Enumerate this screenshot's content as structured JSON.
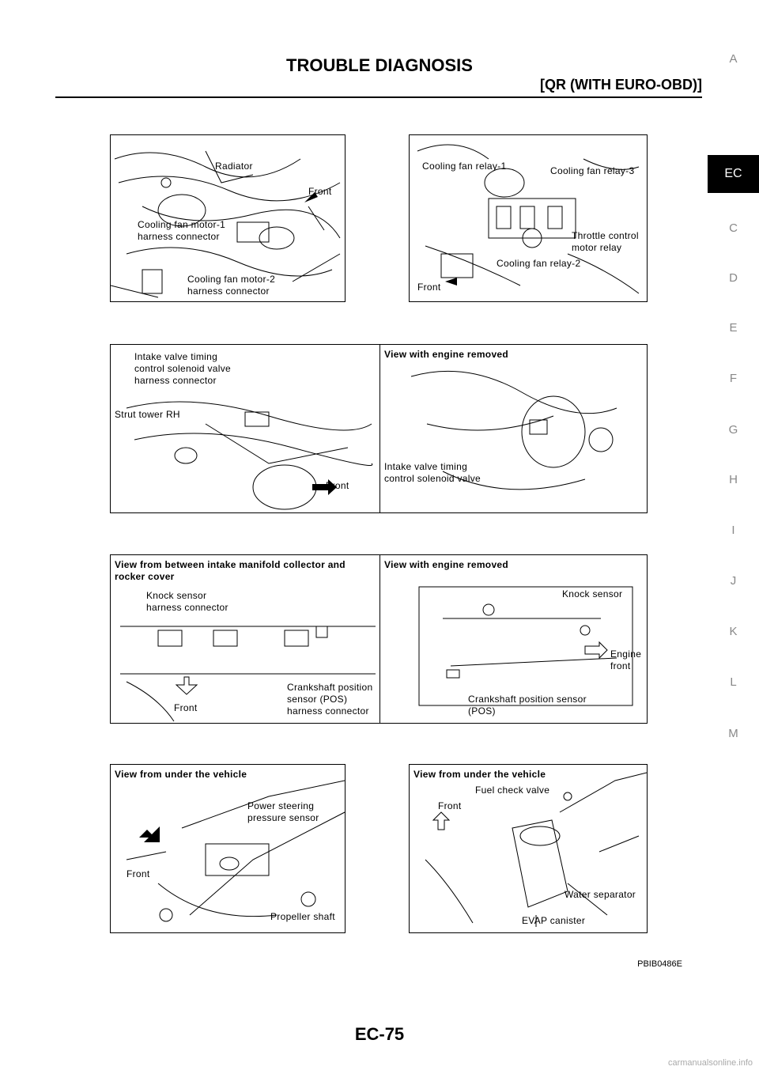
{
  "header": {
    "title": "TROUBLE DIAGNOSIS",
    "subtitle": "[QR (WITH EURO-OBD)]"
  },
  "side_tabs": [
    "A",
    "EC",
    "C",
    "D",
    "E",
    "F",
    "G",
    "H",
    "I",
    "J",
    "K",
    "L",
    "M"
  ],
  "active_tab": "EC",
  "figures": {
    "fig1a": {
      "radiator": "Radiator",
      "front": "Front",
      "fan_motor1": "Cooling fan motor-1\nharness connector",
      "fan_motor2": "Cooling fan motor-2\nharness connector"
    },
    "fig1b": {
      "relay1": "Cooling fan relay-1",
      "relay3": "Cooling fan relay-3",
      "throttle": "Throttle control\nmotor relay",
      "relay2": "Cooling fan relay-2",
      "front": "Front"
    },
    "fig2": {
      "ivt_harness": "Intake valve timing\ncontrol solenoid valve\nharness connector",
      "strut": "Strut tower RH",
      "front": "Front",
      "view_removed": "View with engine removed",
      "ivt_valve": "Intake valve timing\ncontrol solenoid valve"
    },
    "fig3": {
      "view_between": "View from between intake manifold collector and\nrocker cover",
      "knock_harness": "Knock sensor\nharness connector",
      "crank_harness": "Crankshaft position\nsensor (POS)\nharness connector",
      "front": "Front",
      "view_removed": "View with engine removed",
      "knock_sensor": "Knock sensor",
      "engine_front": "Engine\nfront",
      "crank_sensor": "Crankshaft position sensor\n(POS)"
    },
    "fig4a": {
      "view_under": "View from under the vehicle",
      "ps_sensor": "Power steering\npressure sensor",
      "front": "Front",
      "propeller": "Propeller shaft"
    },
    "fig4b": {
      "view_under": "View from under the vehicle",
      "fuel_check": "Fuel check valve",
      "front": "Front",
      "water_sep": "Water separator",
      "evap": "EVAP canister"
    }
  },
  "figure_code": "PBIB0486E",
  "page_number": "EC-75",
  "footer": "carmanualsonline.info"
}
